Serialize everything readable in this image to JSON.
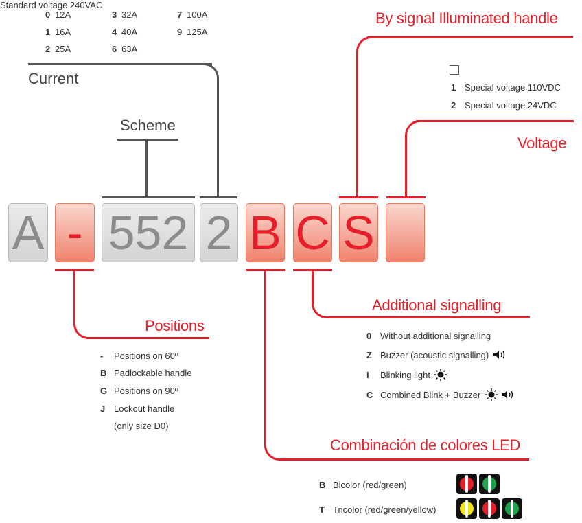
{
  "current": {
    "title": "Current",
    "entries": [
      {
        "code": "0",
        "value": "12A"
      },
      {
        "code": "1",
        "value": "16A"
      },
      {
        "code": "2",
        "value": "25A"
      },
      {
        "code": "3",
        "value": "32A"
      },
      {
        "code": "4",
        "value": "40A"
      },
      {
        "code": "6",
        "value": "63A"
      },
      {
        "code": "7",
        "value": "100A"
      },
      {
        "code": "9",
        "value": "125A"
      }
    ]
  },
  "scheme": {
    "title": "Scheme"
  },
  "code_boxes": [
    "A",
    "-",
    "552",
    "2",
    "B",
    "C",
    "S",
    ""
  ],
  "illuminated": {
    "title": "By signal Illuminated handle"
  },
  "voltage": {
    "title": "Voltage",
    "options": [
      {
        "code": "",
        "text": "Standard voltage 240VAC"
      },
      {
        "code": "1",
        "text": "Special voltage 110VDC"
      },
      {
        "code": "2",
        "text": "Special voltage 24VDC"
      }
    ]
  },
  "positions": {
    "title": "Positions",
    "items": [
      {
        "code": "-",
        "text": "Positions on 60º"
      },
      {
        "code": "B",
        "text": "Padlockable handle"
      },
      {
        "code": "G",
        "text": "Positions on 90º"
      },
      {
        "code": "J",
        "text": "Lockout handle"
      },
      {
        "code": "",
        "text": "(only size D0)"
      }
    ]
  },
  "additional": {
    "title": "Additional signalling",
    "items": [
      {
        "code": "0",
        "text": "Without additional signalling"
      },
      {
        "code": "Z",
        "text": "Buzzer (acoustic signalling)"
      },
      {
        "code": "I",
        "text": "Blinking light"
      },
      {
        "code": "C",
        "text": "Combined Blink + Buzzer"
      }
    ]
  },
  "led": {
    "title": "Combinación de colores LED",
    "items": [
      {
        "code": "B",
        "text": "Bicolor (red/green)",
        "colors": [
          "#e5202b",
          "#1fa34a"
        ]
      },
      {
        "code": "T",
        "text": "Tricolor (red/green/yellow)",
        "colors": [
          "#f2e21b",
          "#e5202b",
          "#1fa34a"
        ]
      }
    ]
  },
  "colors": {
    "accent": "#e5202b",
    "gray": "#555555"
  }
}
